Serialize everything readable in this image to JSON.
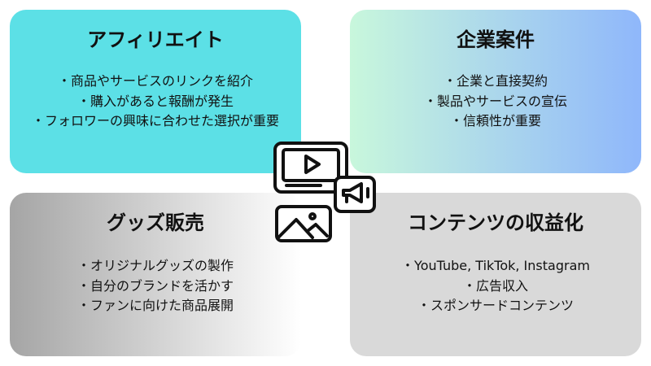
{
  "cards": [
    {
      "title": "アフィリエイト",
      "items": [
        "商品やサービスのリンクを紹介",
        "購入があると報酬が発生",
        "フォロワーの興味に合わせた選択が重要"
      ]
    },
    {
      "title": "企業案件",
      "items": [
        "企業と直接契約",
        "製品やサービスの宣伝",
        "信頼性が重要"
      ]
    },
    {
      "title": "グッズ販売",
      "items": [
        "オリジナルグッズの製作",
        "自分のブランドを活かす",
        "ファンに向けた商品展開"
      ]
    },
    {
      "title": "コンテンツの収益化",
      "items": [
        "YouTube, TikTok, Instagram",
        "広告収入",
        "スポンサードコンテンツ"
      ]
    }
  ],
  "center_icon": "media-marketing-icon"
}
